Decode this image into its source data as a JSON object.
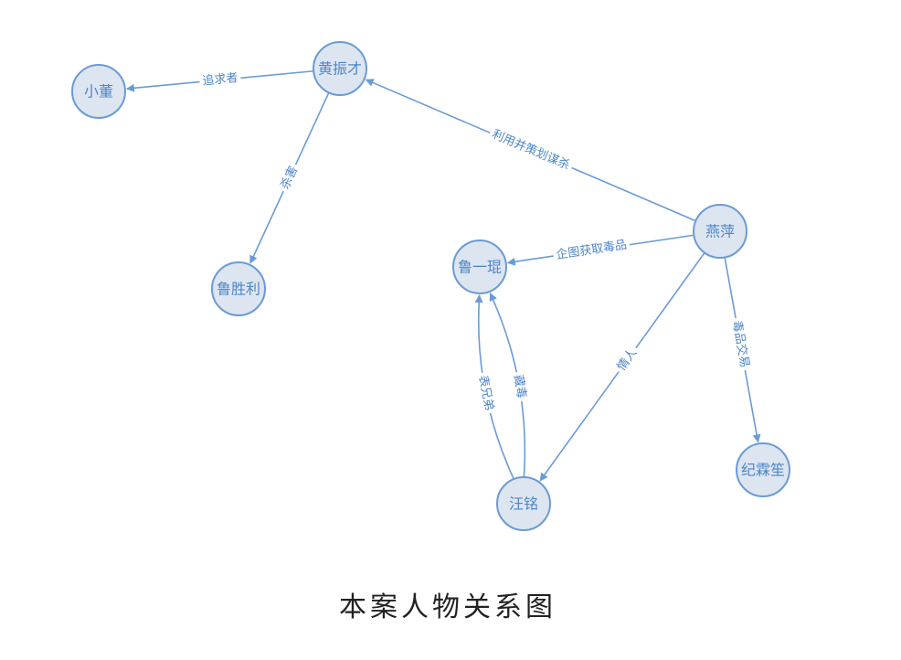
{
  "caption": "本案人物关系图",
  "colors": {
    "node_fill": "#dde5f1",
    "node_stroke": "#6a9bd6",
    "edge": "#6a9bd6",
    "label": "#4d86c8",
    "caption": "#222222"
  },
  "nodes": [
    {
      "id": "xiaodong",
      "label": "小董"
    },
    {
      "id": "huangzhencai",
      "label": "黄振才"
    },
    {
      "id": "lushengli",
      "label": "鲁胜利"
    },
    {
      "id": "luyikun",
      "label": "鲁一琨"
    },
    {
      "id": "yanping",
      "label": "燕萍"
    },
    {
      "id": "wangming",
      "label": "汪铭"
    },
    {
      "id": "jilinsheng",
      "label": "纪霖笙"
    }
  ],
  "edges": [
    {
      "id": "e1",
      "from": "huangzhencai",
      "to": "xiaodong",
      "label": "追求者"
    },
    {
      "id": "e2",
      "from": "huangzhencai",
      "to": "lushengli",
      "label": "杀害"
    },
    {
      "id": "e3",
      "from": "yanping",
      "to": "huangzhencai",
      "label": "利用并策划谋杀"
    },
    {
      "id": "e4",
      "from": "yanping",
      "to": "luyikun",
      "label": "企图获取毒品"
    },
    {
      "id": "e5",
      "from": "yanping",
      "to": "wangming",
      "label": "情人"
    },
    {
      "id": "e6",
      "from": "yanping",
      "to": "jilinsheng",
      "label": "毒品交易"
    },
    {
      "id": "e7",
      "from": "wangming",
      "to": "luyikun",
      "label": "表兄弟"
    },
    {
      "id": "e8",
      "from": "wangming",
      "to": "luyikun",
      "label": "藏毒"
    }
  ]
}
